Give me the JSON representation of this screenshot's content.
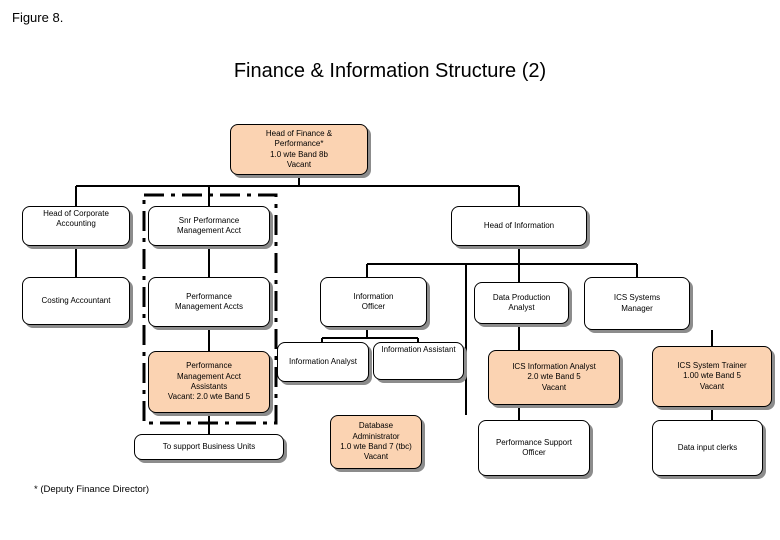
{
  "figure_label": "Figure 8.",
  "title": "Finance & Information Structure (2)",
  "footnote": "* (Deputy Finance Director)",
  "colors": {
    "vacant_fill": "#fbd3b2",
    "box_fill": "#ffffff",
    "shadow": "#8c8c8c"
  },
  "boxes": {
    "head_finance": "Head of Finance &\nPerformance*\n1.0 wte Band 8b\nVacant",
    "head_corporate_accounting": "Head of Corporate\nAccounting",
    "costing_accountant": "Costing Accountant",
    "snr_pm_acct": "Snr Performance\nManagement Acct",
    "pm_accts": "Performance\nManagement Accts",
    "pm_assistants": "Performance\nManagement Acct\nAssistants\nVacant: 2.0 wte Band 5",
    "support_bu": "To support Business Units",
    "head_information": "Head of Information",
    "information_officer": "Information\nOfficer",
    "information_analyst": "Information Analyst",
    "information_assistant": "Information Assistant",
    "db_admin": "Database Administrator\n1.0 wte Band 7 (tbc)\nVacant",
    "data_production_analyst": "Data Production Analyst",
    "ics_info_analyst": "ICS Information Analyst\n2.0 wte Band 5\nVacant",
    "performance_support_officer": "Performance Support\nOfficer",
    "ics_systems_manager": "ICS Systems\nManager",
    "ics_system_trainer": "ICS System Trainer\n1.00 wte Band 5\nVacant",
    "data_input_clerks": "Data input clerks"
  }
}
